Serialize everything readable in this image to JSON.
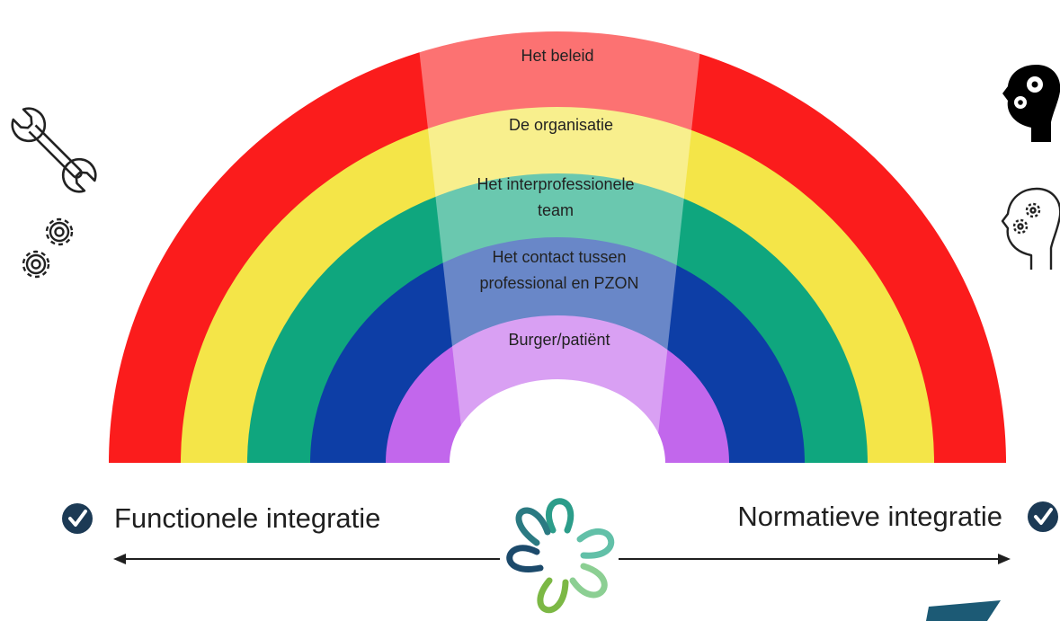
{
  "diagram": {
    "layers": [
      {
        "id": "beleid",
        "lines": [
          "Het beleid"
        ],
        "color": "#fb1c1c"
      },
      {
        "id": "organisatie",
        "lines": [
          "De organisatie"
        ],
        "color": "#f4e548"
      },
      {
        "id": "team",
        "lines": [
          "Het interprofessionele",
          "team"
        ],
        "color": "#0fa67e"
      },
      {
        "id": "contact",
        "lines": [
          "Het contact tussen",
          "professional en PZON"
        ],
        "color": "#0d3ea6"
      },
      {
        "id": "burger",
        "lines": [
          "Burger/patiënt"
        ],
        "color": "#c267ec"
      }
    ],
    "left_axis": {
      "label": "Functionele integratie",
      "icons": [
        "check-circle-icon",
        "wrench-icon",
        "gears-icon"
      ]
    },
    "right_axis": {
      "label": "Normatieve integratie",
      "icons": [
        "check-circle-icon",
        "head-gears-filled-icon",
        "head-gears-outline-icon"
      ]
    },
    "center_icon": "knot-logo-icon",
    "accent_colors": {
      "check": "#1c3a55",
      "arrow": "#1f1f1f",
      "corner_shape": "#1c5a75"
    }
  }
}
